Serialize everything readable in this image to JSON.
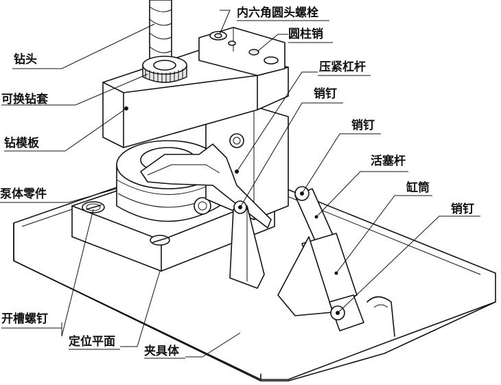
{
  "labels": {
    "drill_bit": "钻头",
    "replaceable_bushing": "可换钻套",
    "drill_plate": "钻模板",
    "pump_body_part": "泵体零件",
    "slotted_screw": "开槽螺钉",
    "locating_plane": "定位平面",
    "fixture_body": "夹具体",
    "socket_head_bolt": "内六角圆头螺栓",
    "cylindrical_pin": "圆柱销",
    "clamping_lever": "压紧杠杆",
    "pin_1": "销钉",
    "pin_2": "销钉",
    "piston_rod": "活塞杆",
    "cylinder": "缸筒",
    "pin_3": "销钉"
  }
}
